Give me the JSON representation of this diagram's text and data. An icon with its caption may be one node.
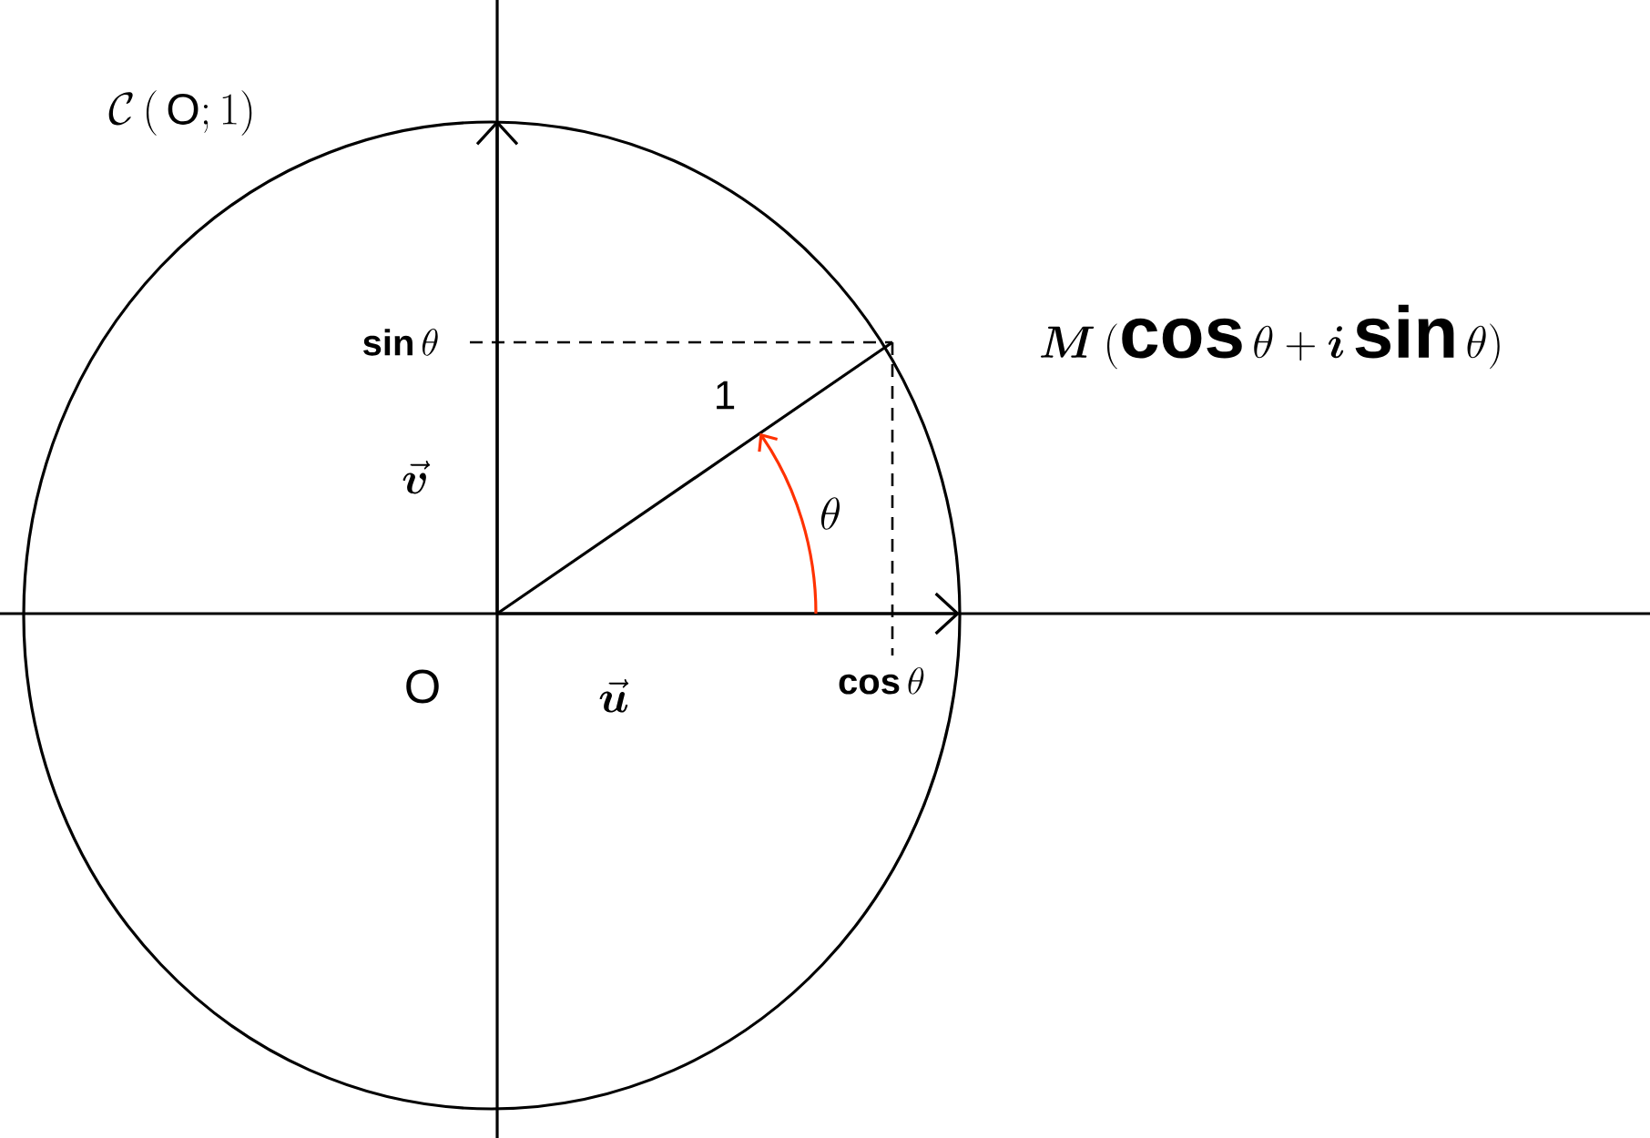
{
  "diagram": {
    "labels": [
      "\\mathcal{C}\\,(\\,\\mathrm{O};1)",
      "\\mathbf{sin}\\,\\theta",
      "\\boldsymbol{M}\\,(\\mathbf{cos}\\,\\theta+\\boldsymbol{i}\\,\\mathbf{sin}\\,\\theta)",
      "1",
      "\\vec{\\boldsymbol{v}}",
      "\\theta",
      "\\mathbf{cos}\\,\\theta",
      "O",
      "\\vec{\\boldsymbol{u}}"
    ]
  }
}
